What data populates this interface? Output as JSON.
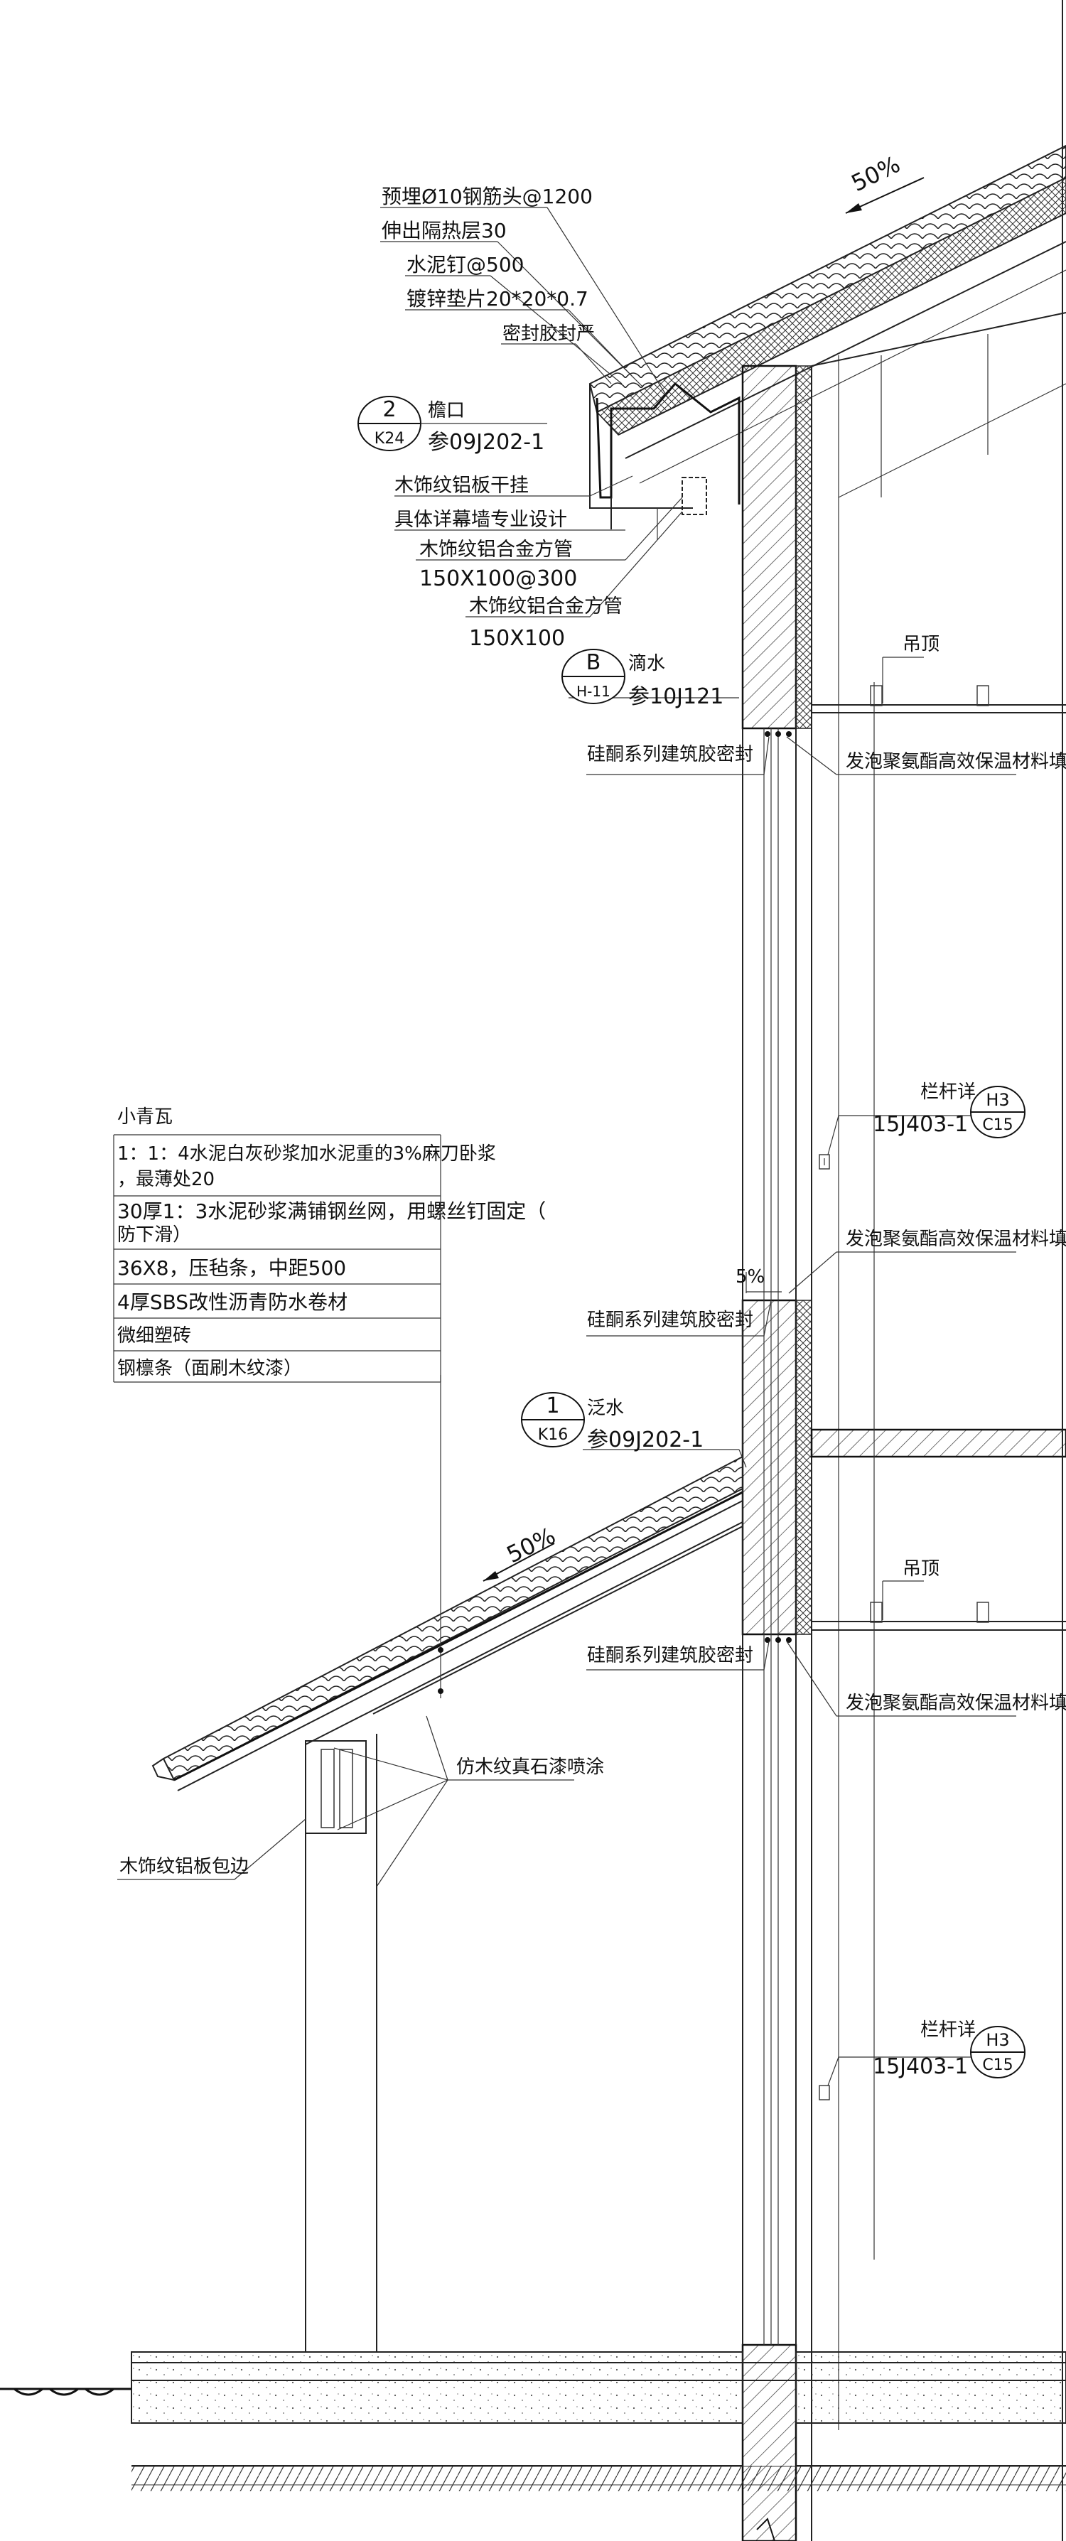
{
  "eave_detail": {
    "callouts": [
      "预埋Ø10钢筋头@1200",
      "伸出隔热层30",
      "水泥钉@500",
      "镀锌垫片20*20*0.7",
      "密封胶封严"
    ],
    "eave_ref": {
      "number": "2",
      "sheet": "K24",
      "name": "檐口",
      "atlas": "参09J202-1"
    },
    "cladding_line1": "木饰纹铝板干挂",
    "cladding_line2": "具体详幕墙专业设计",
    "tube1_line1": "木饰纹铝合金方管",
    "tube1_line2": "150X100@300",
    "tube2_line1": "木饰纹铝合金方管",
    "tube2_line2": "150X100",
    "slope": "50%"
  },
  "drip_ref": {
    "letter": "B",
    "sheet": "H-11",
    "name": "滴水",
    "atlas": "参10J121"
  },
  "labels": {
    "sealant": "硅酮系列建筑胶密封",
    "foam_fill": "发泡聚氨酯高效保温材料填实",
    "ceiling": "吊顶",
    "slope_small": "5%",
    "slope_lower": "50%"
  },
  "railing_refs": [
    {
      "name": "栏杆详",
      "atlas": "15J403-1",
      "top": "H3",
      "bottom": "C15"
    },
    {
      "name": "栏杆详",
      "atlas": "15J403-1",
      "top": "H3",
      "bottom": "C15"
    }
  ],
  "flashing_ref": {
    "number": "1",
    "sheet": "K16",
    "name": "泛水",
    "atlas": "参09J202-1"
  },
  "roof_layers": {
    "title": "小青瓦",
    "rows": [
      [
        "1：1：4水泥白灰砂浆加水泥重的3%麻刀卧浆",
        "，最薄处20"
      ],
      [
        "30厚1：3水泥砂浆满铺钢丝网，用螺丝钉固定（",
        "防下滑）"
      ],
      [
        "36X8，压毡条，中距500"
      ],
      [
        "4厚SBS改性沥青防水卷材"
      ],
      [
        "微细塑砖"
      ],
      [
        "钢檩条（面刷木纹漆）"
      ]
    ]
  },
  "column_finish": "仿木纹真石漆喷涂",
  "edge_wrap": "木饰纹铝板包边"
}
